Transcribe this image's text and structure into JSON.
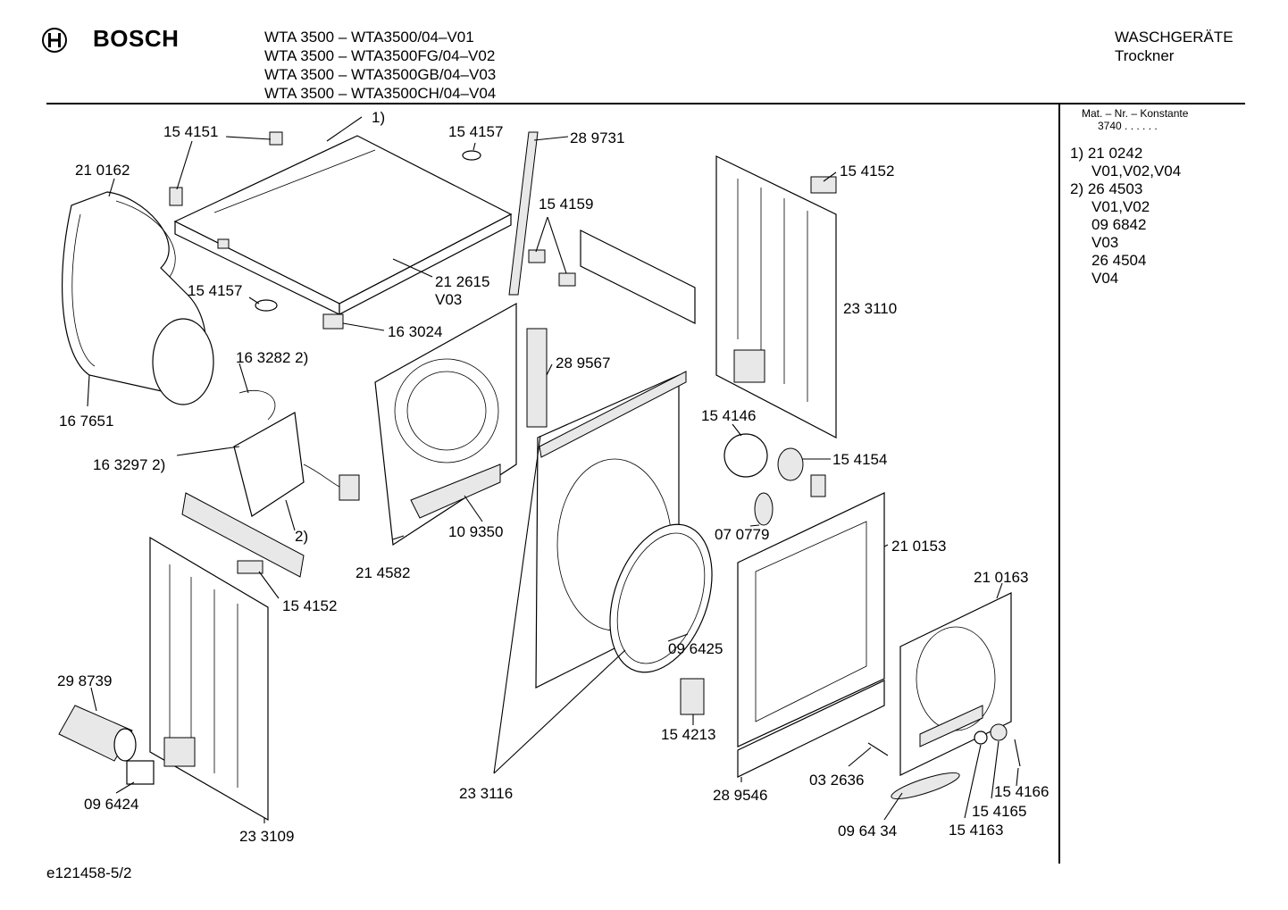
{
  "header": {
    "brand": "BOSCH",
    "models": [
      "WTA 3500 – WTA3500/04–V01",
      "WTA 3500 – WTA3500FG/04–V02",
      "WTA 3500 – WTA3500GB/04–V03",
      "WTA 3500 – WTA3500CH/04–V04"
    ],
    "category": "WASCHGERÄTE",
    "subcategory": "Trockner"
  },
  "sidebar": {
    "heading": "Mat. – Nr. – Konstante",
    "constant": "3740 . . . . . .",
    "notes": [
      "1) 21 0242",
      "V01,V02,V04",
      "2) 26 4503",
      "V01,V02",
      "09 6842",
      "V03",
      "26 4504",
      "V04"
    ]
  },
  "parts": [
    "15 4151",
    "1)",
    "21 0162",
    "15 4157",
    "28 9731",
    "15 4152",
    "15 4159",
    "21 2615",
    "V03",
    "15 4157",
    "16 3024",
    "23 3110",
    "16 3282 2)",
    "28 9567",
    "16 7651",
    "15 4146",
    "15 4154",
    "16 3297 2)",
    "07 0779",
    "10 9350",
    "2)",
    "21 4582",
    "21 0153",
    "15 4152",
    "21 0163",
    "09 6425",
    "29 8739",
    "15 4213",
    "03 2636",
    "28 9546",
    "23 3116",
    "09 6424",
    "15 4166",
    "15 4165",
    "15 4163",
    "23 3109",
    "09 64 34"
  ],
  "footer": {
    "drawing_id": "e121458-5/2"
  }
}
